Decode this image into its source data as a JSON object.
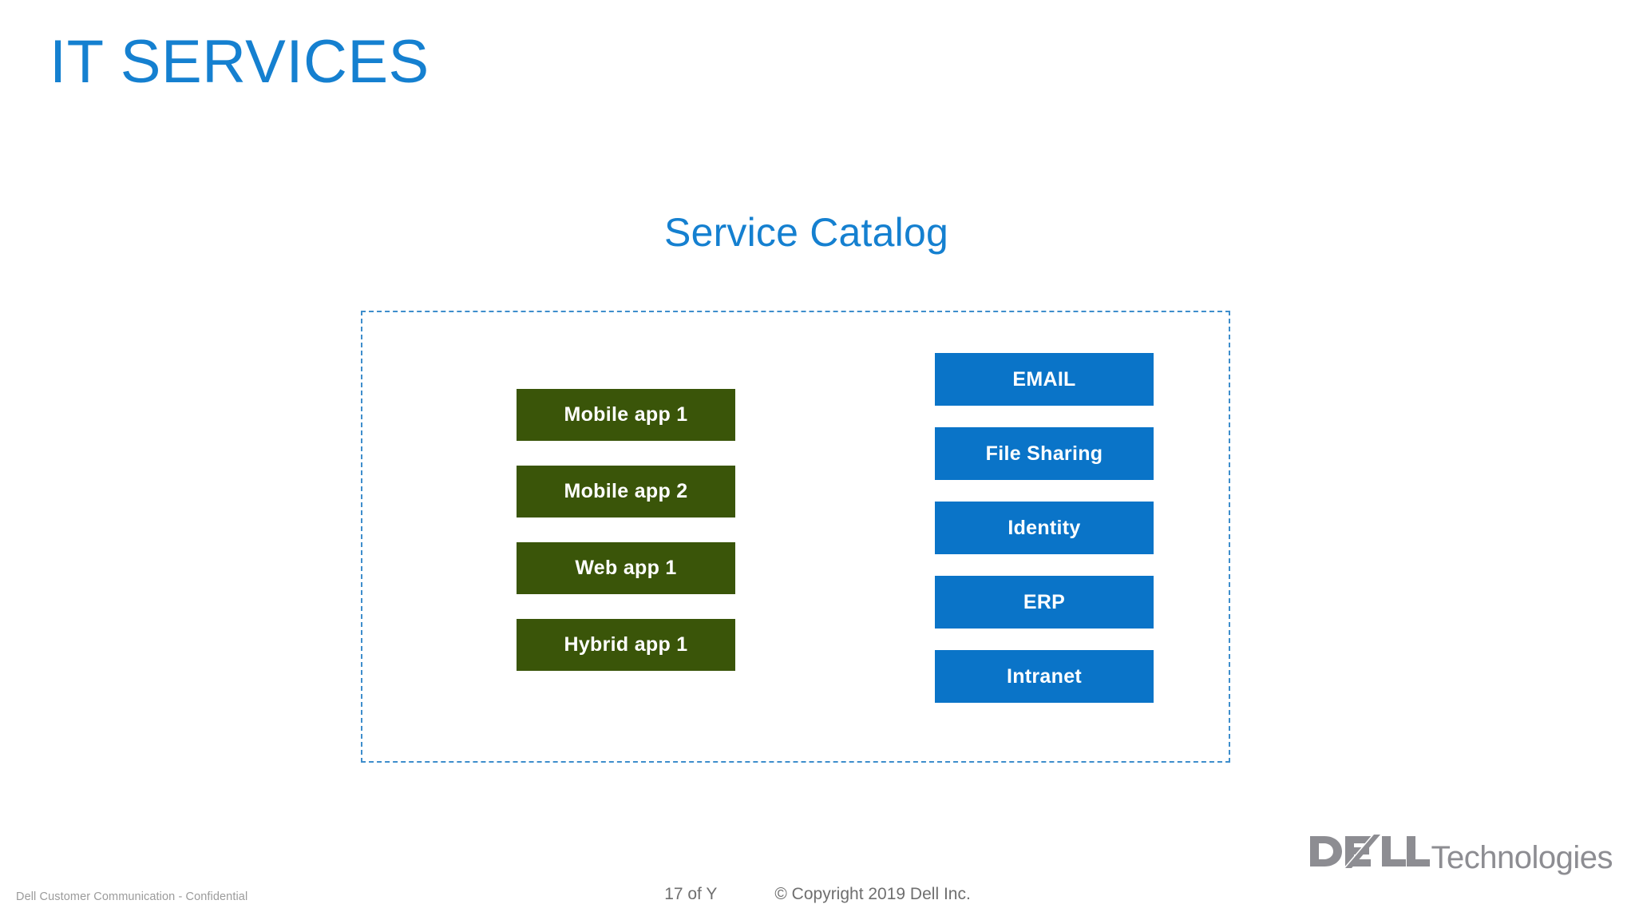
{
  "slide": {
    "title": "IT SERVICES",
    "title_color": "#1580D0",
    "background_color": "#FFFFFF"
  },
  "catalog": {
    "heading": "Service Catalog",
    "heading_color": "#1580D0",
    "frame_border_color": "#3E8ECC",
    "frame_border_style": "dashed",
    "apps": {
      "box_color": "#3A5509",
      "text_color": "#FFFFFF",
      "items": [
        {
          "label": "Mobile app 1"
        },
        {
          "label": "Mobile app 2"
        },
        {
          "label": "Web app 1"
        },
        {
          "label": "Hybrid app 1"
        }
      ]
    },
    "services": {
      "box_color": "#0A74C8",
      "text_color": "#FFFFFF",
      "items": [
        {
          "label": "EMAIL"
        },
        {
          "label": "File Sharing"
        },
        {
          "label": "Identity"
        },
        {
          "label": "ERP"
        },
        {
          "label": "Intranet"
        }
      ]
    }
  },
  "footer": {
    "confidential": "Dell Customer Communication - Confidential",
    "page_number": "17 of Y",
    "copyright": "© Copyright 2019 Dell Inc.",
    "text_color": "#6F6F6F"
  },
  "logo": {
    "brand": "DELL",
    "suffix": "Technologies",
    "color": "#8D8D92"
  }
}
